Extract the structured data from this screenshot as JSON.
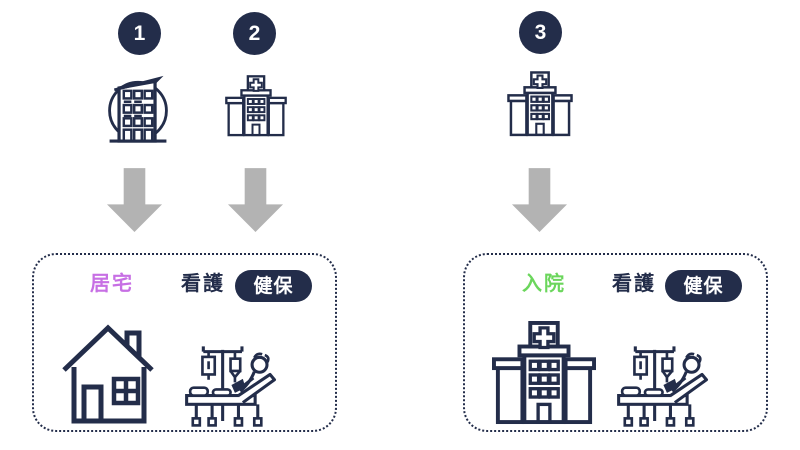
{
  "colors": {
    "navy": "#232d4a",
    "arrow_gray": "#b3b3b3",
    "home_label_color": "#c76fe4",
    "hospital_label_color": "#6bd65c",
    "badge_background": "#232d4a",
    "badge_text_color": "#ffffff"
  },
  "steps": [
    {
      "number": "1",
      "icon": "office-building-icon"
    },
    {
      "number": "2",
      "icon": "hospital-building-icon"
    },
    {
      "number": "3",
      "icon": "hospital-building-icon"
    }
  ],
  "boxes": [
    {
      "location_label": "居宅",
      "service_label": "看護",
      "badge_label": "健保",
      "icons": [
        "house-icon",
        "hospital-bed-icon"
      ]
    },
    {
      "location_label": "入院",
      "service_label": "看護",
      "badge_label": "健保",
      "icons": [
        "hospital-building-icon",
        "hospital-bed-icon"
      ]
    }
  ]
}
